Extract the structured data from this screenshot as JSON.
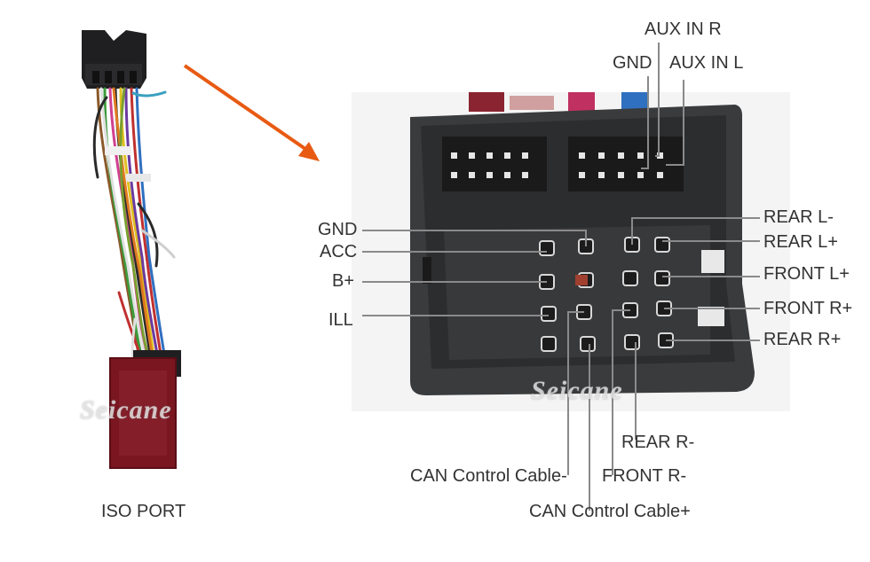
{
  "watermark": "Seicane",
  "harness": {
    "caption": "ISO PORT"
  },
  "connector": {
    "housing_color": "#3a3b3d",
    "lead_color": "#8a8a8a",
    "labels": {
      "aux_in_r": "AUX IN R",
      "gnd_top": "GND",
      "aux_in_l": "AUX IN L",
      "gnd_left": "GND",
      "acc": "ACC",
      "b_plus": "B+",
      "ill": "ILL",
      "rear_l_minus": "REAR L-",
      "rear_l_plus": "REAR L+",
      "front_l_plus": "FRONT L+",
      "front_r_plus": "FRONT R+",
      "rear_r_plus": "REAR R+",
      "rear_r_minus": "REAR R-",
      "can_control_minus": "CAN Control Cable-",
      "front_r_minus": "FRONT R-",
      "can_control_plus": "CAN Control Cable+"
    }
  },
  "arrow_color": "#e85a12"
}
